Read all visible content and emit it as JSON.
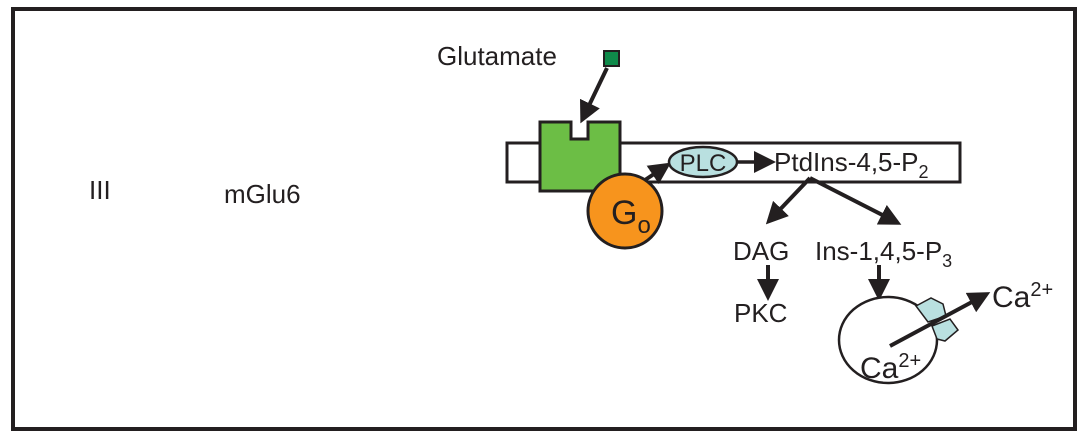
{
  "diagram": {
    "group_label": "III",
    "receptor_label": "mGlu6",
    "ligand_label": "Glutamate",
    "g_protein": {
      "base": "G",
      "sub": "o"
    },
    "enzyme_label": "PLC",
    "substrate": {
      "base": "PtdIns-4,5-P",
      "sub": "2"
    },
    "product_dag": "DAG",
    "product_ip3": {
      "base": "Ins-1,4,5-P",
      "sub": "3"
    },
    "downstream_kinase": "PKC",
    "store_calcium": {
      "base": "Ca",
      "sup": "2+"
    },
    "released_calcium": {
      "base": "Ca",
      "sup": "2+"
    }
  },
  "colors": {
    "ligand": "#0f8a4a",
    "receptor": "#6cbe45",
    "g_protein": "#f7941d",
    "enzyme": "#b9e0e0",
    "channel": "#b9e0e0",
    "stroke": "#231f20"
  }
}
